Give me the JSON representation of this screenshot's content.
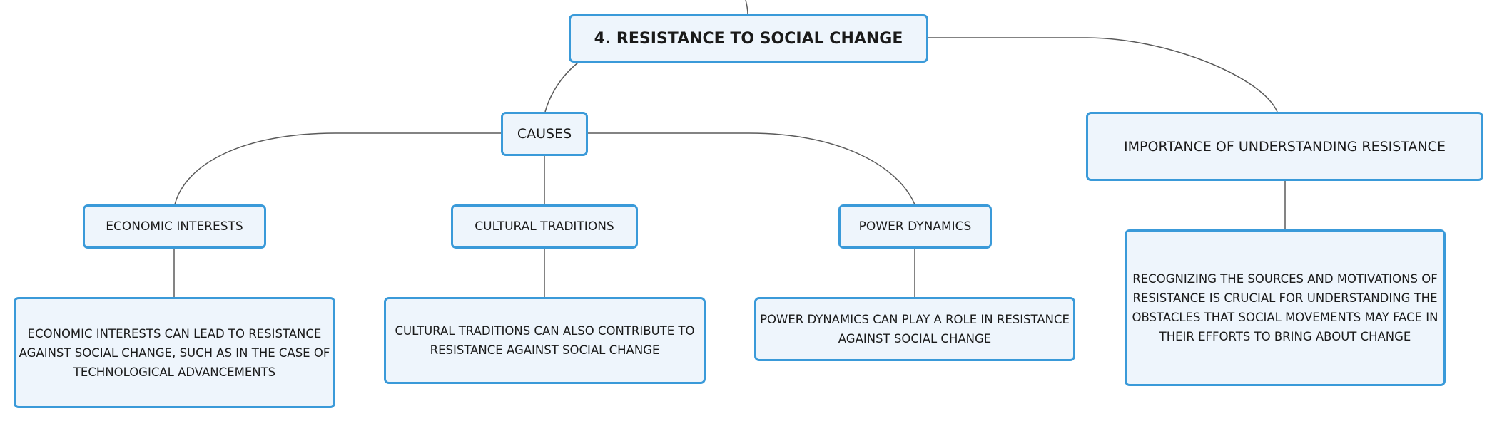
{
  "mindmap": {
    "root": {
      "label": "4. RESISTANCE TO SOCIAL CHANGE"
    },
    "causes": {
      "label": "CAUSES",
      "children": [
        {
          "label": "ECONOMIC INTERESTS",
          "detail": "ECONOMIC INTERESTS CAN LEAD TO RESISTANCE AGAINST SOCIAL CHANGE, SUCH AS IN THE CASE OF TECHNOLOGICAL ADVANCEMENTS"
        },
        {
          "label": "CULTURAL TRADITIONS",
          "detail": "CULTURAL TRADITIONS CAN ALSO CONTRIBUTE TO RESISTANCE AGAINST SOCIAL CHANGE"
        },
        {
          "label": "POWER DYNAMICS",
          "detail": "POWER DYNAMICS CAN PLAY A ROLE IN RESISTANCE AGAINST SOCIAL CHANGE"
        }
      ]
    },
    "importance": {
      "label": "IMPORTANCE OF UNDERSTANDING RESISTANCE",
      "detail": "RECOGNIZING THE SOURCES AND MOTIVATIONS OF RESISTANCE IS CRUCIAL FOR UNDERSTANDING THE OBSTACLES THAT SOCIAL MOVEMENTS MAY FACE IN THEIR EFFORTS TO BRING ABOUT CHANGE"
    }
  }
}
